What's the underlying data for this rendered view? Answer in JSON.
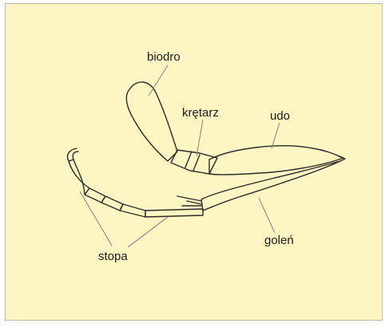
{
  "labels": {
    "biodro": "biodro",
    "kretarz": "krętarz",
    "udo": "udo",
    "golen": "goleń",
    "stopa": "stopa"
  },
  "colors": {
    "background": "#fdf6c3",
    "outline": "#2b2b2b",
    "leader": "#8a8a8a"
  }
}
